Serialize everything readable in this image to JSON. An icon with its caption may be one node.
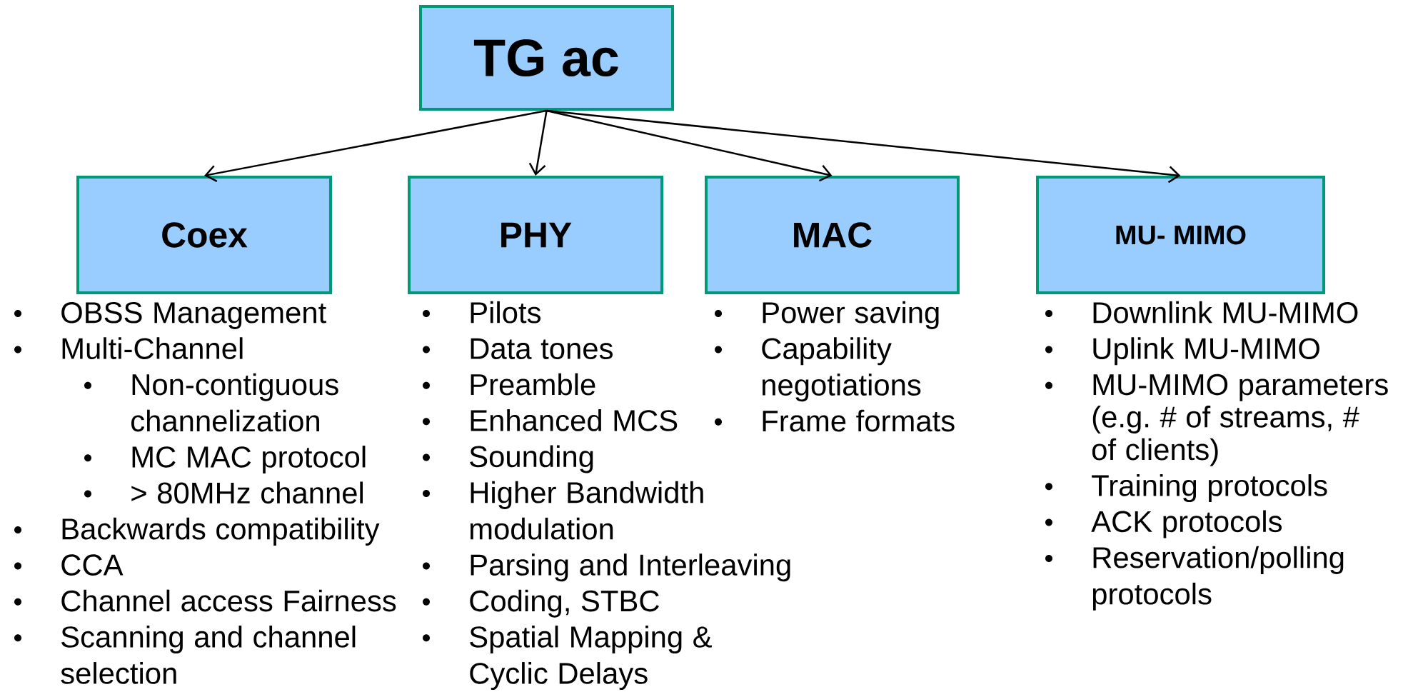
{
  "diagram": {
    "nodes": [
      {
        "text": [
          "TG ac"
        ]
      },
      {
        "text": [
          "Coex"
        ],
        "beside": [
          "OBSS Management",
          "Multi-Channel",
          "Non-contiguous channelization",
          "MC MAC protocol",
          "> 80MHz channel",
          "Backwards compatibility",
          "CCA",
          "Channel access Fairness",
          "Scanning and channel selection"
        ]
      },
      {
        "text": [
          "PHY"
        ],
        "beside": [
          "Pilots",
          "Data tones",
          "Preamble",
          "Enhanced MCS",
          "Sounding",
          "Higher Bandwidth modulation",
          "Parsing and Interleaving",
          "Coding, STBC",
          "Spatial Mapping & Cyclic Delays"
        ]
      },
      {
        "text": [
          "MAC"
        ],
        "beside": [
          "Power saving",
          "Capability negotiations",
          "Frame formats"
        ]
      },
      {
        "text": [
          "MU- MIMO"
        ],
        "beside": [
          "Downlink MU-MIMO",
          "Uplink MU-MIMO",
          "MU-MIMO parameters (e.g. # of streams, # of clients)",
          "Training protocols",
          "ACK protocols",
          "Reservation/polling protocols"
        ]
      }
    ],
    "edges": [
      {
        "from": 0,
        "to": 1,
        "arrow": "to"
      },
      {
        "from": 0,
        "to": 2,
        "arrow": "to"
      },
      {
        "from": 0,
        "to": 3,
        "arrow": "to"
      },
      {
        "from": 0,
        "to": 4,
        "arrow": "to"
      }
    ]
  }
}
